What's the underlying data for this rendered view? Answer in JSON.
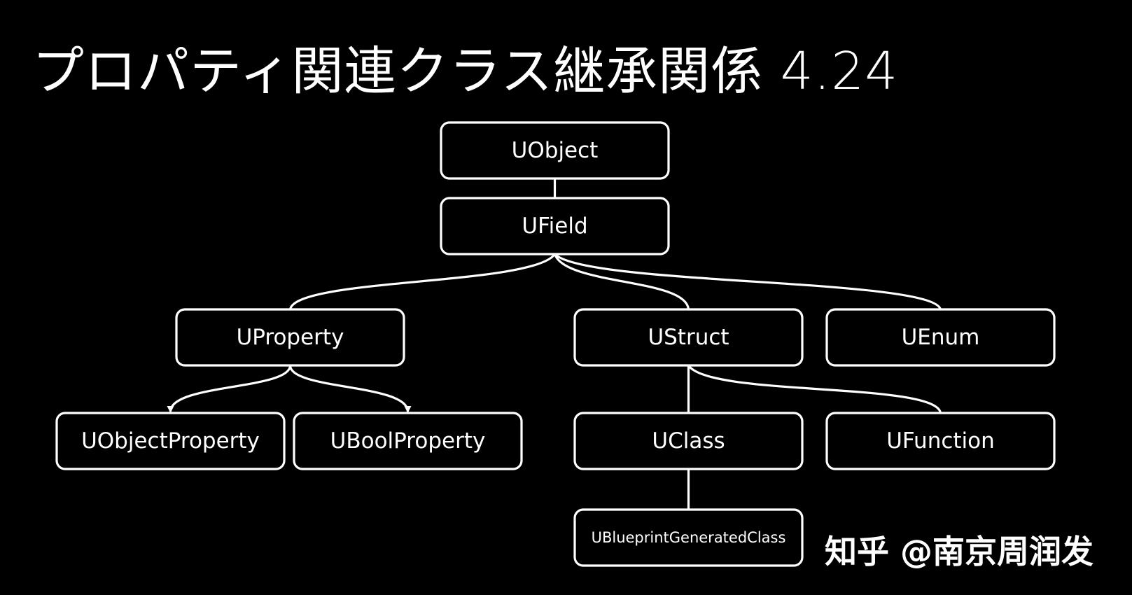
{
  "title": "プロパティ関連クラス継承関係 4.24",
  "colors": {
    "background": "#000000",
    "foreground": "#ffffff"
  },
  "nodes": [
    {
      "id": "uobject",
      "label": "UObject"
    },
    {
      "id": "ufield",
      "label": "UField"
    },
    {
      "id": "uproperty",
      "label": "UProperty"
    },
    {
      "id": "ustruct",
      "label": "UStruct"
    },
    {
      "id": "uenum",
      "label": "UEnum"
    },
    {
      "id": "uobjectproperty",
      "label": "UObjectProperty"
    },
    {
      "id": "uboolproperty",
      "label": "UBoolProperty"
    },
    {
      "id": "uclass",
      "label": "UClass"
    },
    {
      "id": "ufunction",
      "label": "UFunction"
    },
    {
      "id": "ublueprintgeneratedclass",
      "label": "UBlueprintGeneratedClass"
    }
  ],
  "edges": [
    {
      "from": "uobject",
      "to": "ufield",
      "arrow": false
    },
    {
      "from": "ufield",
      "to": "uproperty",
      "arrow": false
    },
    {
      "from": "ufield",
      "to": "ustruct",
      "arrow": false
    },
    {
      "from": "ufield",
      "to": "uenum",
      "arrow": false
    },
    {
      "from": "uproperty",
      "to": "uobjectproperty",
      "arrow": true
    },
    {
      "from": "uproperty",
      "to": "uboolproperty",
      "arrow": true
    },
    {
      "from": "ustruct",
      "to": "uclass",
      "arrow": false
    },
    {
      "from": "ustruct",
      "to": "ufunction",
      "arrow": false
    },
    {
      "from": "uclass",
      "to": "ublueprintgeneratedclass",
      "arrow": false
    }
  ],
  "watermark": "知乎 @南京周润发"
}
